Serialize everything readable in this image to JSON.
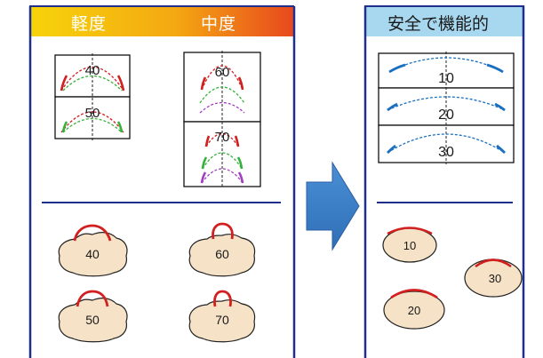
{
  "panels": {
    "left": {
      "header_a": "軽度",
      "header_b": "中度"
    },
    "right": {
      "header": "安全で機能的"
    }
  },
  "colors": {
    "frame_blue": "#1f2f8c",
    "header_gradient_start": "#f7d40a",
    "header_gradient_end": "#e8481e",
    "right_header_fill": "#a8d8f0",
    "arrow_fill": "#3b7fc8",
    "bump_fill": "#f6e2c7",
    "hair_red": "#d22020",
    "green_dashed": "#35b23c",
    "purple_dashed": "#a040c0",
    "blue_solid": "#1a6fc0"
  },
  "grids": {
    "mild": [
      {
        "label": "40"
      },
      {
        "label": "50"
      }
    ],
    "moderate": [
      {
        "label": "60"
      },
      {
        "label": "70"
      }
    ],
    "safe": [
      {
        "label": "10"
      },
      {
        "label": "20"
      },
      {
        "label": "30"
      }
    ]
  },
  "bumps": {
    "left": [
      {
        "label": "40",
        "icon": "head-bump-icon"
      },
      {
        "label": "60",
        "icon": "head-bump-icon"
      },
      {
        "label": "50",
        "icon": "head-bump-icon"
      },
      {
        "label": "70",
        "icon": "head-bump-icon"
      }
    ],
    "right": [
      {
        "label": "10",
        "icon": "head-bump-icon"
      },
      {
        "label": "30",
        "icon": "head-bump-icon"
      },
      {
        "label": "20",
        "icon": "head-bump-icon"
      }
    ]
  }
}
